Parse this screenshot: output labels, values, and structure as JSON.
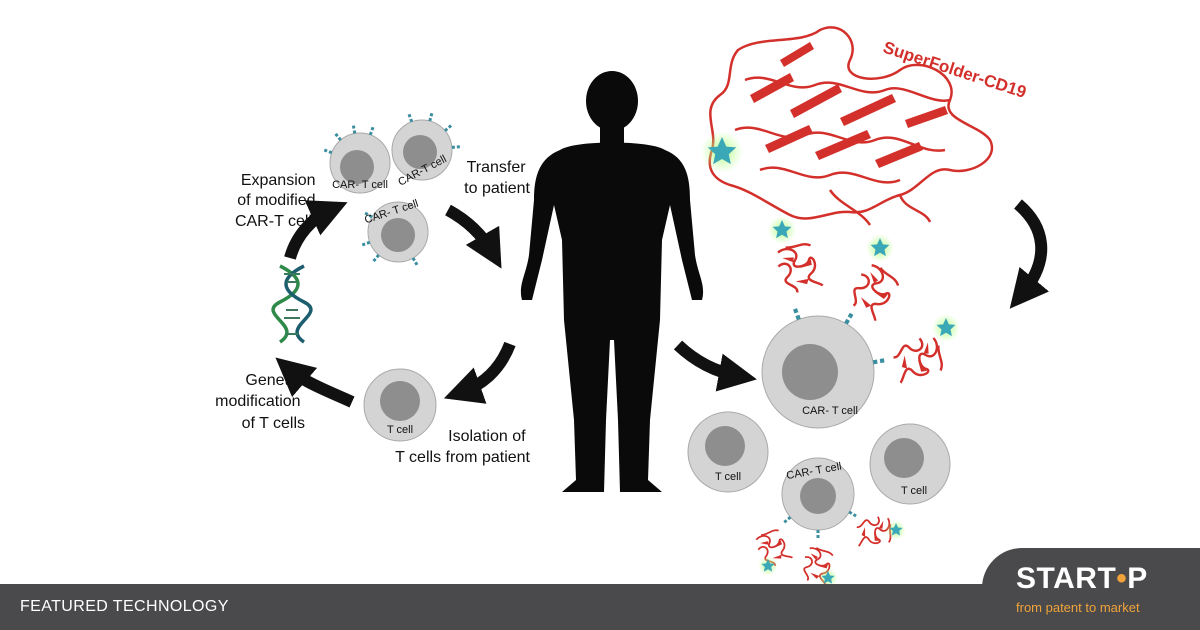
{
  "labels": {
    "expansion": [
      "Expansion",
      "of modified",
      "CAR-T cells"
    ],
    "transfer": [
      "Transfer",
      "to patient"
    ],
    "genetic": [
      "Genetic",
      "modification",
      "of T cells"
    ],
    "isolation": [
      "Isolation of",
      "T cells from patient"
    ],
    "superfolder": "SuperFolder-CD19"
  },
  "cells": {
    "car_t": "CAR- T cell",
    "car_t_alt": "CAR-T cell",
    "t_cell": "T cell"
  },
  "footer": {
    "featured": "FEATURED TECHNOLOGY",
    "logo_start": "START",
    "logo_bulb": "•",
    "logo_end": "P",
    "tagline": "from patent to market"
  },
  "colors": {
    "protein": "#d3302b",
    "receptor": "#3a8ea0",
    "cell_outer": "#d4d4d4",
    "nucleus": "#8e8e8e",
    "footer_bg": "#4a4a4c",
    "logo_accent": "#f0a33a"
  },
  "icons": [
    "dna-icon",
    "human-silhouette-icon",
    "protein-ribbon-icon",
    "star-fluorophore-icon",
    "cycle-arrow-icon"
  ]
}
